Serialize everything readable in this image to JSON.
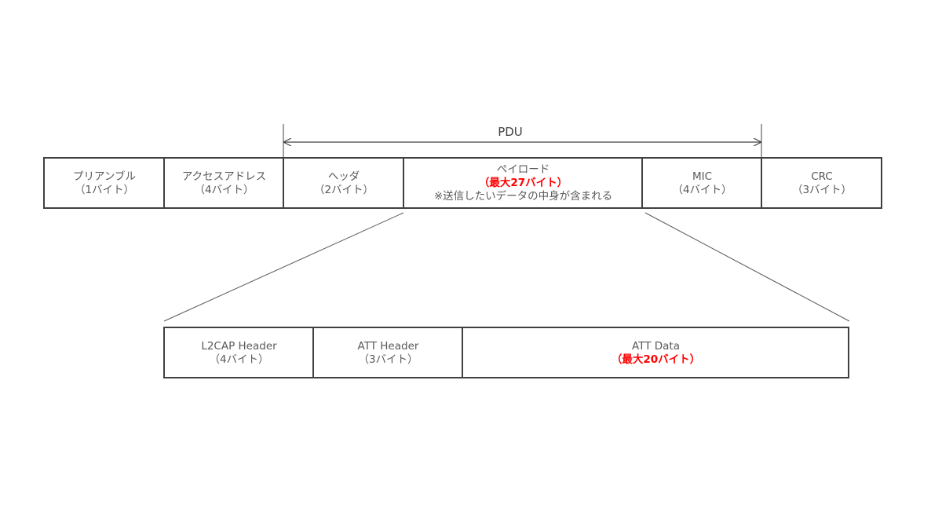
{
  "pdu_label": "PDU",
  "packet_fields": [
    {
      "name": "プリアンブル",
      "size": "（1バイト）"
    },
    {
      "name": "アクセスアドレス",
      "size": "（4バイト）"
    },
    {
      "name": "ヘッダ",
      "size": "（2バイト）"
    },
    {
      "name": "ペイロード",
      "size": "（最大27バイト）",
      "note": "※送信したいデータの中身が含まれる"
    },
    {
      "name": "MIC",
      "size": "（4バイト）"
    },
    {
      "name": "CRC",
      "size": "（3バイト）"
    }
  ],
  "payload_fields": [
    {
      "name": "L2CAP Header",
      "size": "（4バイト）"
    },
    {
      "name": "ATT Header",
      "size": "（3バイト）"
    },
    {
      "name": "ATT Data",
      "size": "（最大20バイト）"
    }
  ],
  "colors": {
    "border": "#404040",
    "text": "#595959",
    "highlight": "#ff0000"
  }
}
